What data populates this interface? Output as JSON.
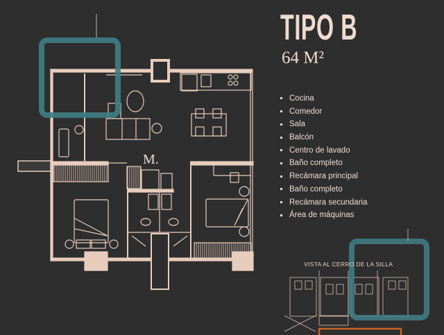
{
  "header": {
    "title": "TIPO B",
    "area": "64 M²"
  },
  "features": [
    "Cocina",
    "Comedor",
    "Sala",
    "Balcón",
    "Centro de lavado",
    "Baño completo",
    "Recámara principal",
    "Baño completo",
    "Recámara secundaria",
    "Área de máquinas"
  ],
  "location_plan": {
    "label": "VISTA AL CERRO DE LA SILLA"
  },
  "colors": {
    "background": "#2e2e2f",
    "lines": "#e8cdbd",
    "highlight": "#3f7f86",
    "accent": "#c8642a"
  },
  "icons": {
    "logo": "M-monogram"
  }
}
